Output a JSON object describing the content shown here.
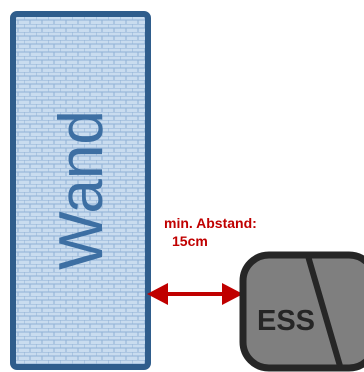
{
  "wall": {
    "label": "Wand"
  },
  "distance": {
    "line1": "min. Abstand:",
    "line2": "15cm"
  },
  "device": {
    "label": "ESS"
  },
  "colors": {
    "wall_fill": "#c9dcef",
    "wall_brick_lines": "#8fb1d6",
    "wall_border": "#2f5d8c",
    "wall_text": "#3d6fa3",
    "arrow": "#c00000",
    "distance_text": "#c00000",
    "device_fill": "#7f7f7f",
    "device_border": "#262626",
    "device_text": "#262626"
  }
}
